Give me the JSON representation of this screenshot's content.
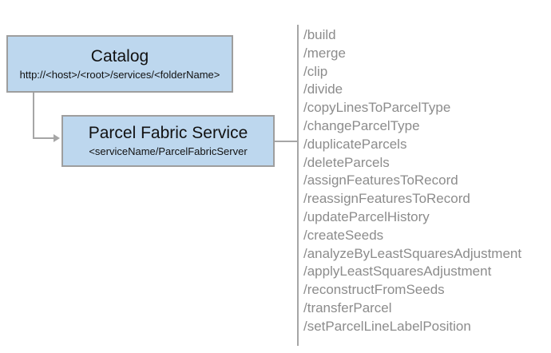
{
  "diagram": {
    "catalog": {
      "title": "Catalog",
      "subtitle": "http://<host>/<root>/services/<folderName>"
    },
    "service": {
      "title": "Parcel Fabric Service",
      "subtitle": "<serviceName/ParcelFabricServer"
    },
    "operations": [
      "/build",
      "/merge",
      "/clip",
      "/divide",
      "/copyLinesToParcelType",
      "/changeParcelType",
      "/duplicateParcels",
      "/deleteParcels",
      "/assignFeaturesToRecord",
      "/reassignFeaturesToRecord",
      "/updateParcelHistory",
      "/createSeeds",
      "/analyzeByLeastSquaresAdjustment",
      "/applyLeastSquaresAdjustment",
      "/reconstructFromSeeds",
      "/transferParcel",
      "/setParcelLineLabelPosition"
    ],
    "colors": {
      "box_fill": "#bdd7ee",
      "box_border": "#9e9e9e",
      "connector": "#a6a6a6",
      "title_text": "#111111",
      "list_text": "#8c8c8c"
    }
  }
}
